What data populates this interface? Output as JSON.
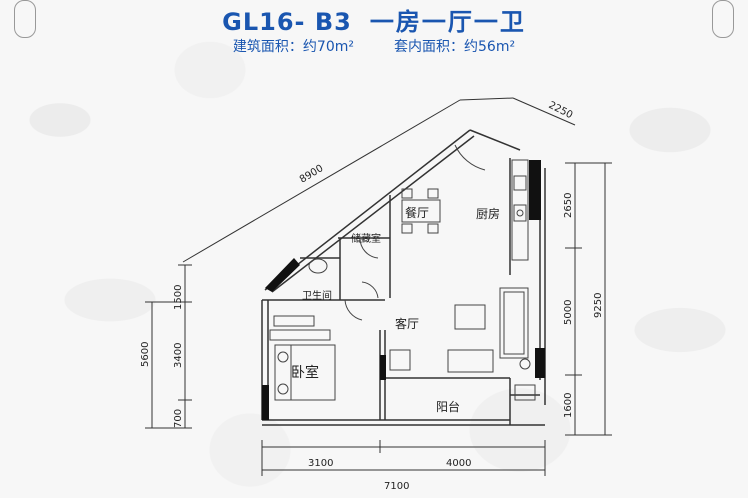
{
  "header": {
    "model": "GL16- B3",
    "layout_name": "一房一厅一卫",
    "building_area": "建筑面积：约70m²",
    "inner_area": "套内面积：约56m²"
  },
  "rooms": {
    "dining": "餐厅",
    "kitchen": "厨房",
    "storage": "储藏室",
    "bathroom": "卫生间",
    "living": "客厅",
    "bedroom": "卧室",
    "balcony": "阳台"
  },
  "dimensions": {
    "diag_long": "8900",
    "diag_short": "2250",
    "right_2650": "2650",
    "right_5000": "5000",
    "right_1600": "1600",
    "right_9250": "9250",
    "left_1500": "1500",
    "left_3400": "3400",
    "left_700": "700",
    "left_5600": "5600",
    "bottom_3100": "3100",
    "bottom_4000": "4000",
    "bottom_7100": "7100"
  },
  "colors": {
    "title": "#1a56b0",
    "wall": "#111111",
    "line": "#444444"
  }
}
